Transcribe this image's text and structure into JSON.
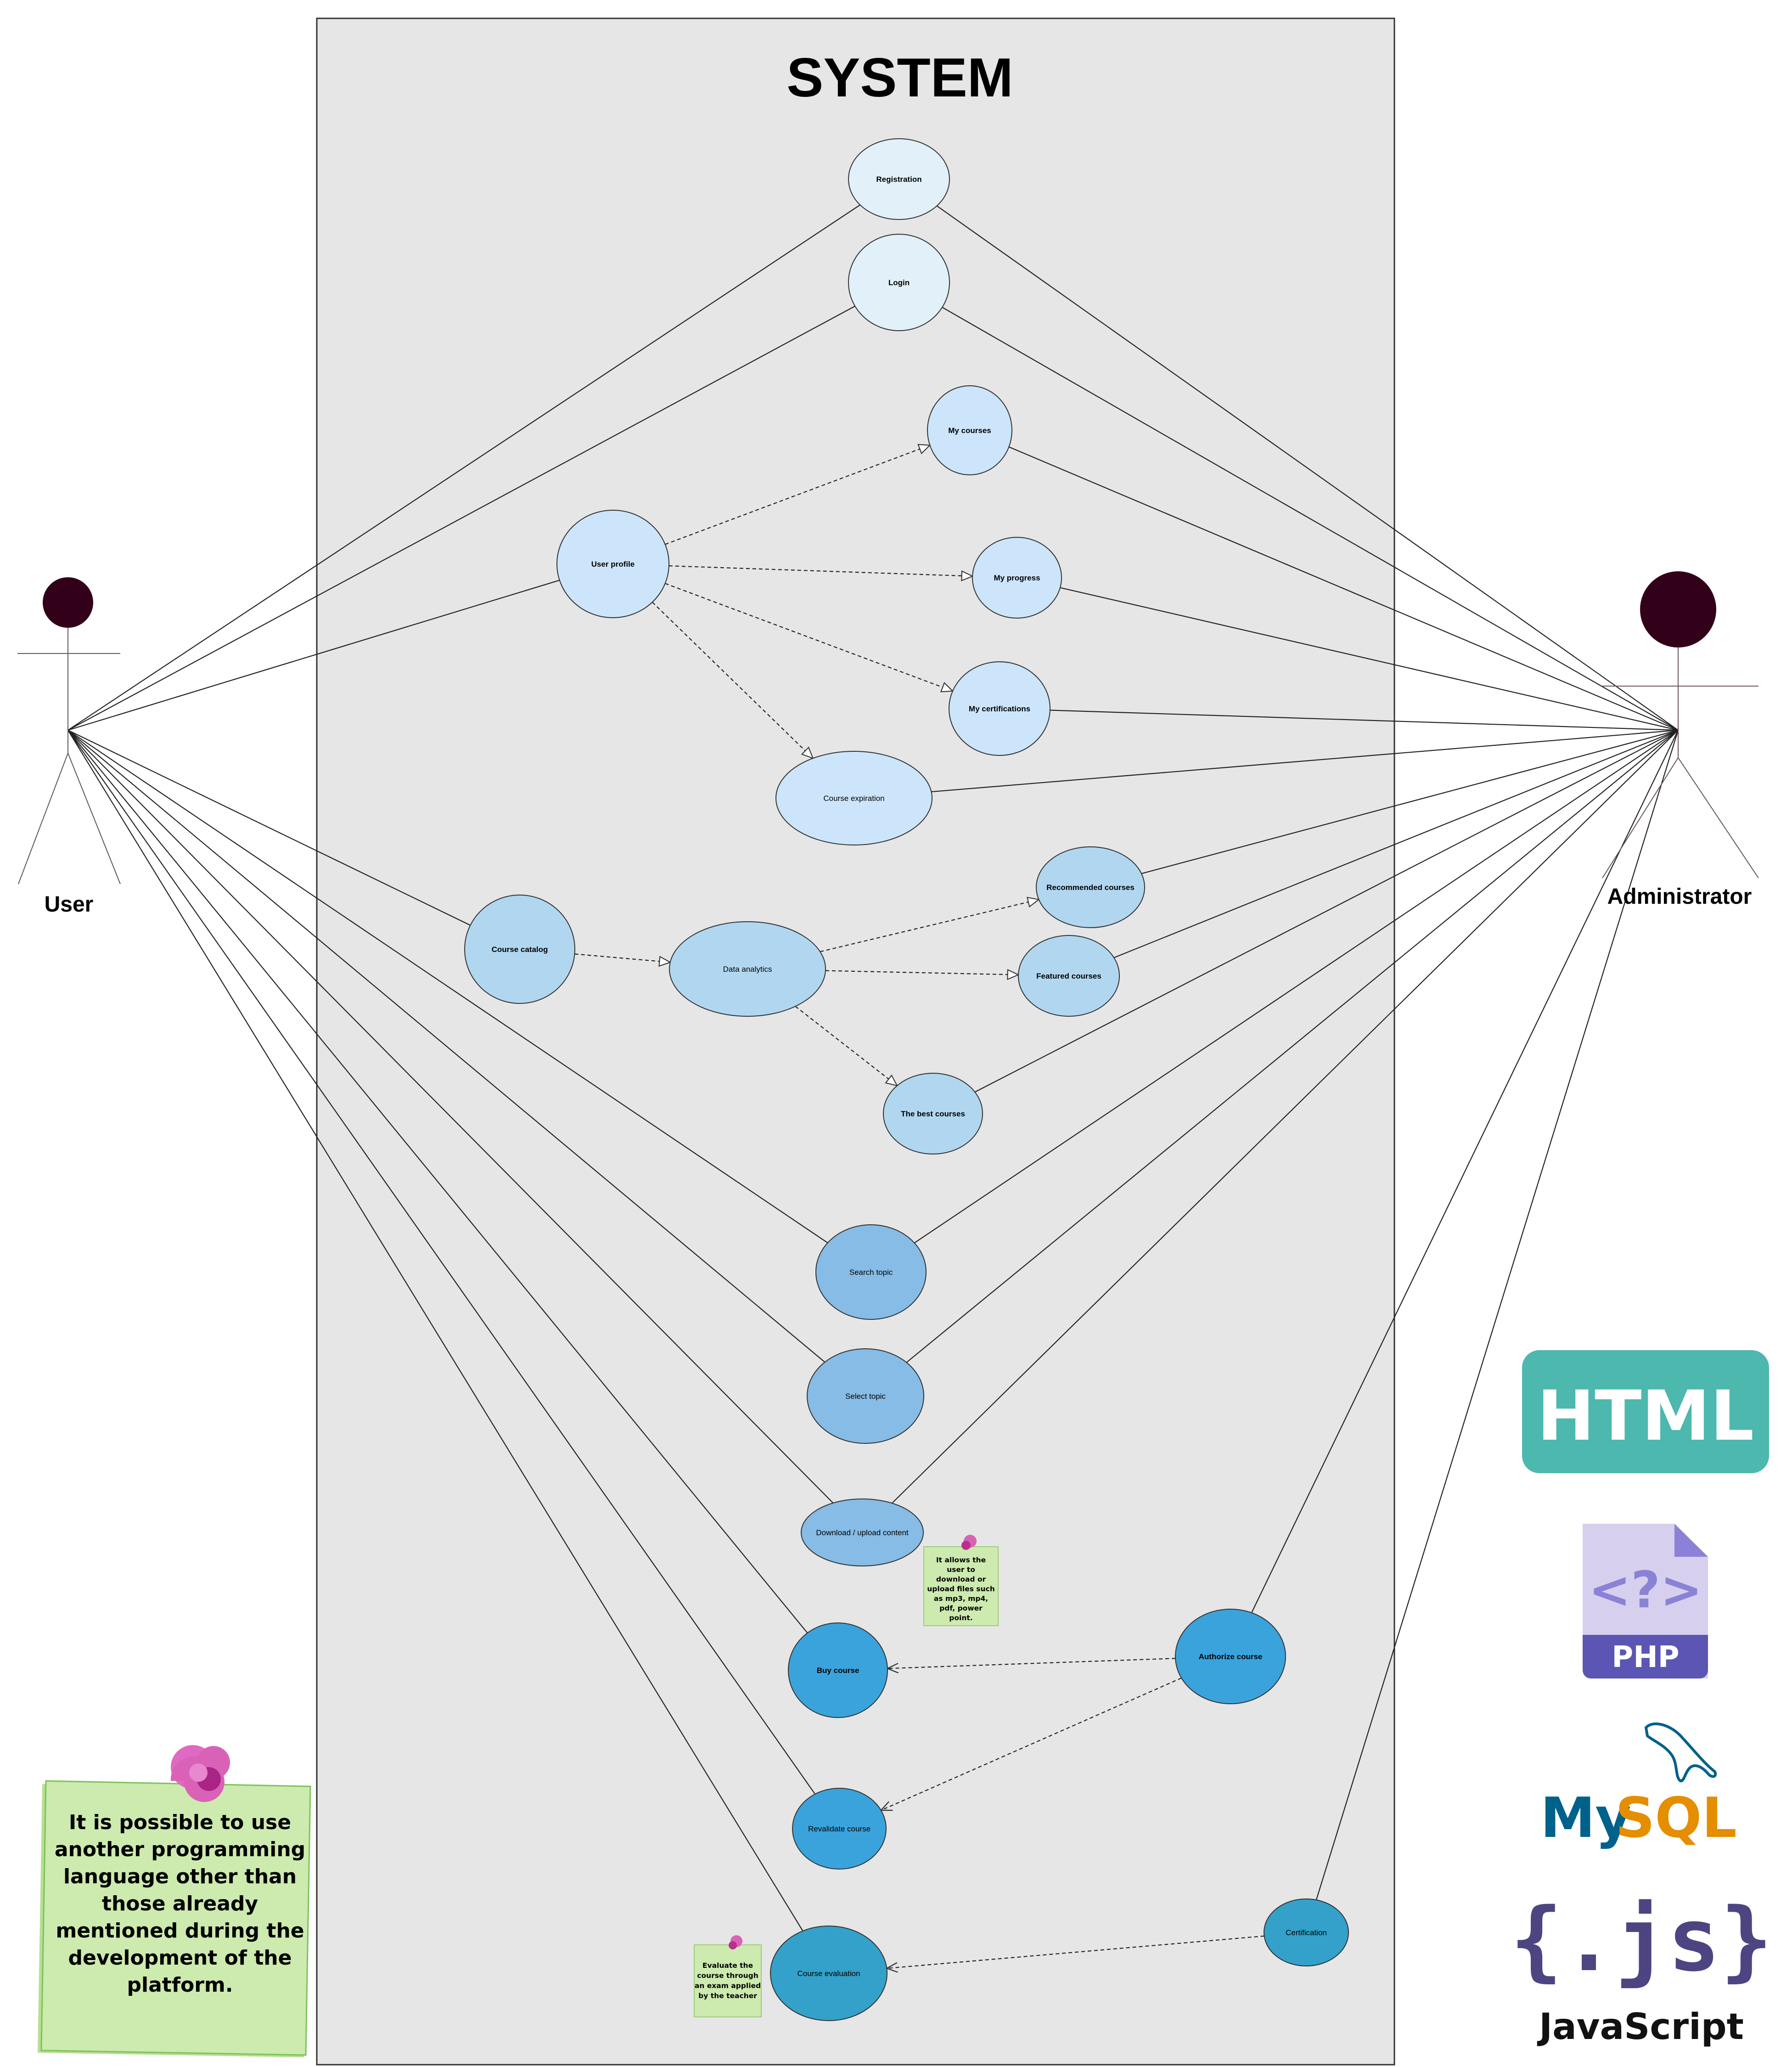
{
  "system": {
    "title": "SYSTEM"
  },
  "actors": {
    "user": {
      "label": "User"
    },
    "admin": {
      "label": "Administrator"
    }
  },
  "use_cases": {
    "registration": "Registration",
    "login": "Login",
    "my_courses": "My courses",
    "user_profile": "User profile",
    "my_progress": "My progress",
    "my_certifications": "My certifications",
    "course_expiration": "Course expiration",
    "recommended_courses": "Recommended courses",
    "course_catalog": "Course catalog",
    "data_analytics": "Data analytics",
    "featured_courses": "Featured courses",
    "best_courses": "The best courses",
    "search_topic": "Search topic",
    "select_topic": "Select topic",
    "download_upload": "Download / upload content",
    "buy_course": "Buy course",
    "authorize_course": "Authorize course",
    "revalidate_course": "Revalidate course",
    "certification": "Certification",
    "course_evaluation": "Course evaluation"
  },
  "notes": {
    "download_note": [
      "It allows the",
      "user to",
      "download or",
      "upload files such",
      "as mp3, mp4,",
      "pdf, power",
      "point."
    ],
    "evaluation_note": [
      "Evaluate the",
      "course through",
      "an exam applied",
      "by the teacher"
    ],
    "language_note": [
      "It is possible to use",
      "another programming",
      "language other than",
      "those already",
      "mentioned during the",
      "development of the",
      "platform."
    ]
  },
  "logos": {
    "html": "HTML",
    "php": "PHP",
    "mysql_my": "My",
    "mysql_sql": "SQL",
    "js_braces": "{.js}",
    "js_name": "JavaScript"
  },
  "colors": {
    "system_bg": "#e6e6e6",
    "actor_head": "#33001a",
    "uc_light": "#e1f0f9",
    "uc_pale_blue": "#cce5fb",
    "uc_mid_blue": "#b1d7f0",
    "uc_topic_blue": "#86bce6",
    "uc_dark_blue": "#3aa3dc",
    "uc_teal": "#33a1c9",
    "note_green": "#cdeaaf",
    "pin_pink": "#d962b6",
    "html_teal": "#4db8ad",
    "php_lilac": "#d6d0ee",
    "php_purple": "#5b55b4",
    "mysql_blue": "#00618a",
    "mysql_orange": "#e48e00"
  }
}
